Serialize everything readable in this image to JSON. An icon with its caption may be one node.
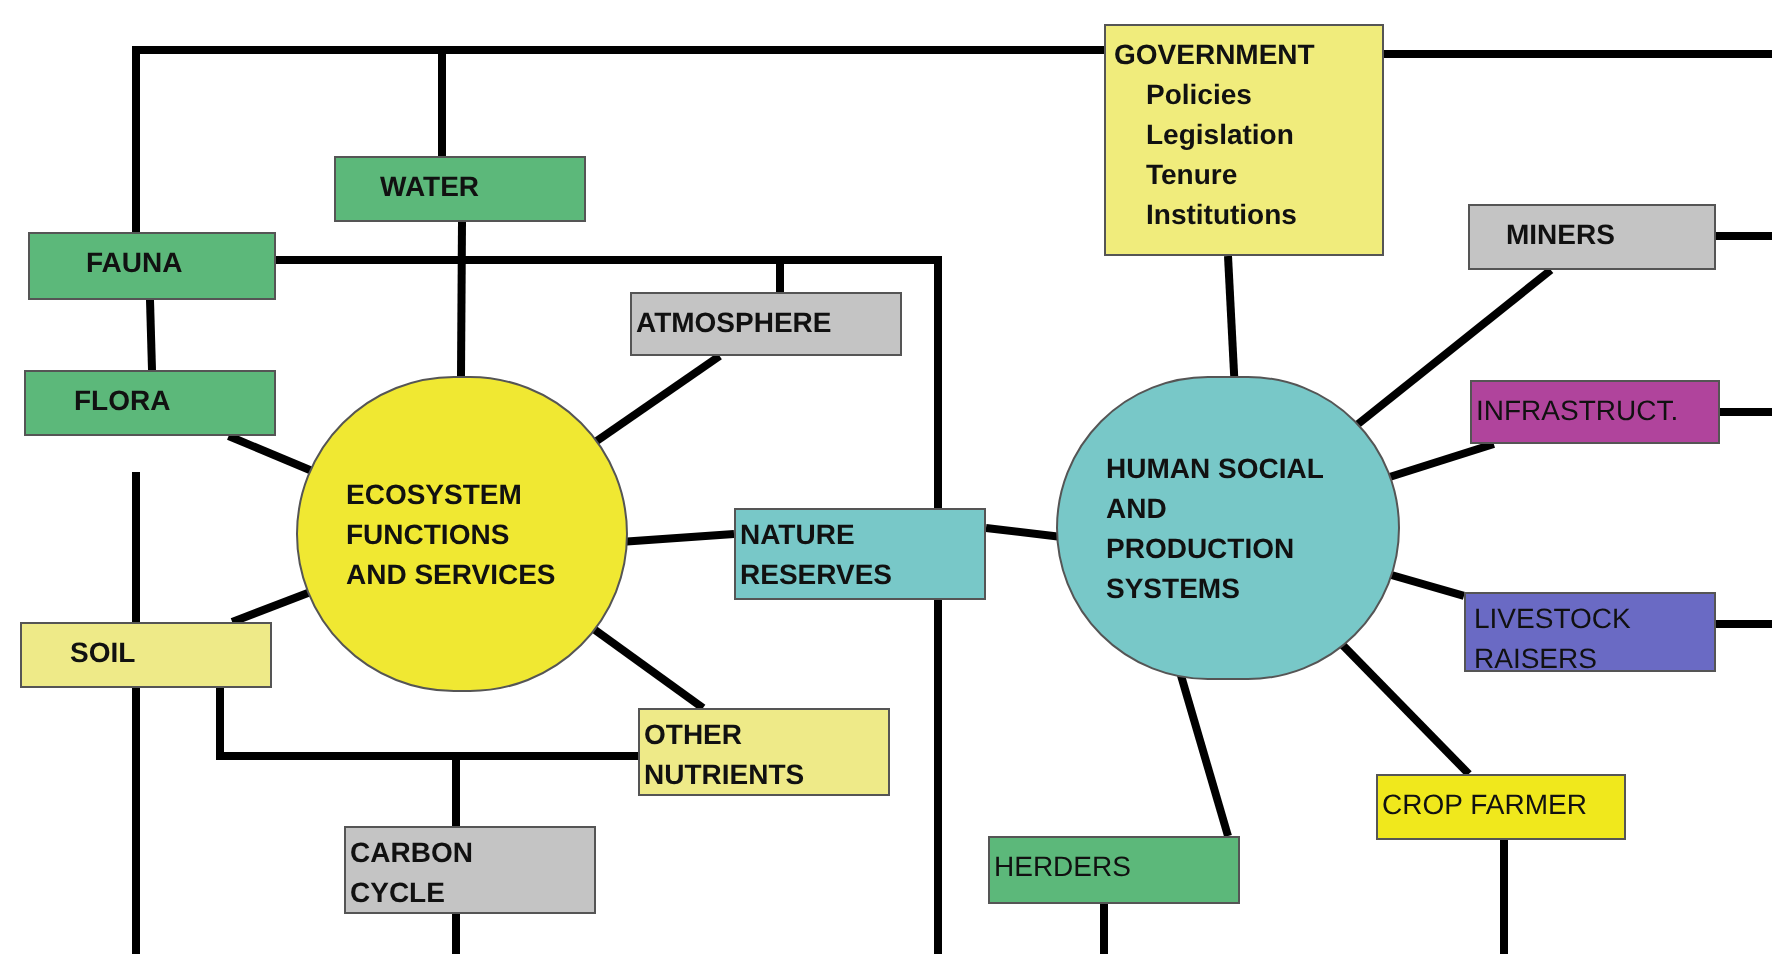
{
  "diagram": {
    "nodes": [
      {
        "text": [
          "GOVERNMENT",
          "Policies Legislation Tenure Institutions"
        ]
      },
      {
        "text": [
          "WATER"
        ]
      },
      {
        "text": [
          "FAUNA"
        ]
      },
      {
        "text": [
          "ATMOSPHERE"
        ]
      },
      {
        "text": [
          "MINERS"
        ]
      },
      {
        "text": [
          "FLORA"
        ]
      },
      {
        "text": [
          "ECOSYSTEM FUNCTIONS AND SERVICES"
        ]
      },
      {
        "text": [
          "INFRASTRUCT."
        ]
      },
      {
        "text": [
          "NATURE RESERVES"
        ]
      },
      {
        "text": [
          "HUMAN SOCIAL AND PRODUCTION SYSTEMS"
        ]
      },
      {
        "text": [
          "SOIL"
        ]
      },
      {
        "text": [
          "LIVESTOCK RAISERS"
        ]
      },
      {
        "text": [
          "OTHER NUTRIENTS"
        ]
      },
      {
        "text": [
          "CROP FARMER"
        ]
      },
      {
        "text": [
          "CARBON CYCLE"
        ]
      },
      {
        "text": [
          "HERDERS"
        ]
      }
    ],
    "edges": [
      {
        "from": 0,
        "to": 2,
        "arrow": "none"
      },
      {
        "from": 0,
        "to": 1,
        "arrow": "none"
      },
      {
        "from": 0,
        "to": null,
        "arrow": "none"
      },
      {
        "from": 1,
        "to": 6,
        "arrow": "none"
      },
      {
        "from": 2,
        "to": 5,
        "arrow": "none"
      },
      {
        "from": 2,
        "to": 3,
        "arrow": "none"
      },
      {
        "from": 2,
        "to": 8,
        "arrow": "none"
      },
      {
        "from": 8,
        "to": null,
        "arrow": "none"
      },
      {
        "from": 3,
        "to": 6,
        "arrow": "none"
      },
      {
        "from": 5,
        "to": 6,
        "arrow": "none"
      },
      {
        "from": null,
        "to": 10,
        "arrow": "none"
      },
      {
        "from": 10,
        "to": null,
        "arrow": "none"
      },
      {
        "from": 10,
        "to": 6,
        "arrow": "none"
      },
      {
        "from": 6,
        "to": 8,
        "arrow": "none"
      },
      {
        "from": 6,
        "to": 12,
        "arrow": "none"
      },
      {
        "from": 10,
        "to": 12,
        "arrow": "none"
      },
      {
        "from": 10,
        "to": 14,
        "arrow": "none"
      },
      {
        "from": 14,
        "to": null,
        "arrow": "none"
      },
      {
        "from": 8,
        "to": 9,
        "arrow": "none"
      },
      {
        "from": 0,
        "to": 9,
        "arrow": "none"
      },
      {
        "from": 9,
        "to": 4,
        "arrow": "none"
      },
      {
        "from": 9,
        "to": 7,
        "arrow": "none"
      },
      {
        "from": 9,
        "to": 11,
        "arrow": "none"
      },
      {
        "from": 9,
        "to": 13,
        "arrow": "none"
      },
      {
        "from": 9,
        "to": 15,
        "arrow": "none"
      },
      {
        "from": 4,
        "to": null,
        "arrow": "none"
      },
      {
        "from": 7,
        "to": null,
        "arrow": "none"
      },
      {
        "from": 11,
        "to": null,
        "arrow": "none"
      },
      {
        "from": 15,
        "to": null,
        "arrow": "none"
      },
      {
        "from": 13,
        "to": null,
        "arrow": "none"
      }
    ]
  }
}
